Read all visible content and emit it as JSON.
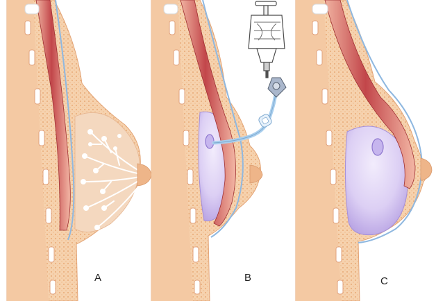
{
  "diagram": {
    "panels": [
      {
        "id": "A",
        "label": "A",
        "stage": "natural-breast-glandular-tissue"
      },
      {
        "id": "B",
        "label": "B",
        "stage": "tissue-expander-inflation-via-syringe"
      },
      {
        "id": "C",
        "label": "C",
        "stage": "final-breast-implant"
      }
    ]
  },
  "colors": {
    "skin": "#f3c79b",
    "skin_dot": "#e8a97a",
    "muscle_dark": "#b23a3c",
    "muscle_light": "#e89a8e",
    "rib": "#ffffff",
    "fascia": "#9fc5e8",
    "implant": "#d9ccf2",
    "implant_edge": "#a48fd9",
    "tube": "#a9cfee",
    "gland_bg": "#f6ddc6",
    "gland_line": "#ffffff"
  },
  "icons": [
    "syringe-icon",
    "port-valve-icon"
  ]
}
